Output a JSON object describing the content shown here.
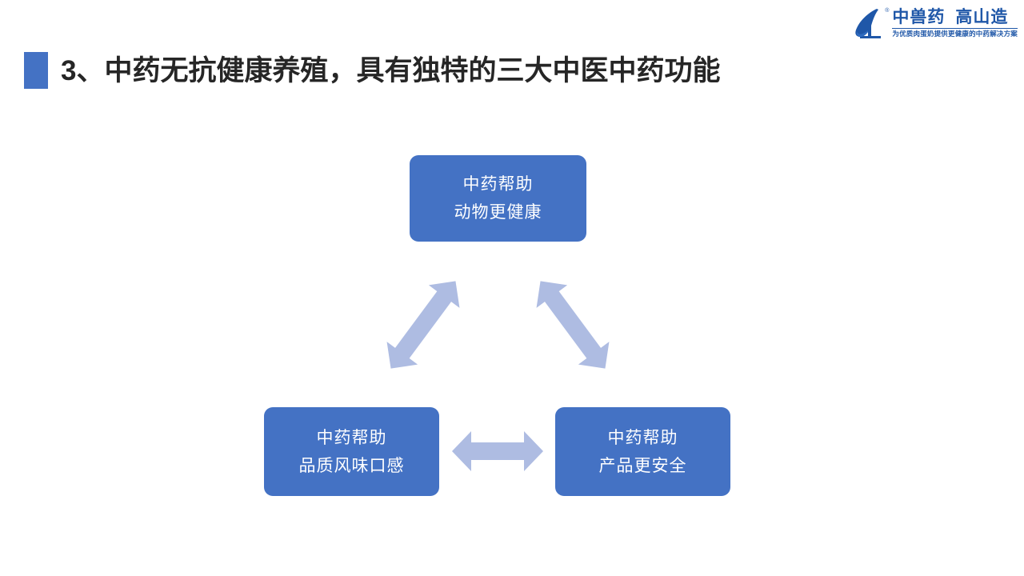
{
  "slide": {
    "background_color": "#FFFFFF",
    "accent_color": "#4472C4",
    "arrow_color": "#AEBCE2",
    "logo_color": "#1F57A8",
    "title_color": "#262626"
  },
  "logo": {
    "mark_icon": "stylized-l-leaf-logo-icon",
    "registered_symbol": "®",
    "brand_left": "中兽药",
    "brand_right": "高山造",
    "tagline": "为优质肉蛋奶提供更健康的中药解决方案"
  },
  "header": {
    "bullet_icon": "square-bullet-icon",
    "title": "3、中药无抗健康养殖，具有独特的三大中医中药功能"
  },
  "diagram": {
    "type": "cycle-triangle",
    "nodes": [
      {
        "id": "top",
        "line1": "中药帮助",
        "line2": "动物更健康"
      },
      {
        "id": "bottom-left",
        "line1": "中药帮助",
        "line2": "品质风味口感"
      },
      {
        "id": "bottom-right",
        "line1": "中药帮助",
        "line2": "产品更安全"
      }
    ],
    "connectors": [
      {
        "id": "left-diagonal",
        "icon": "double-arrow-diagonal-icon",
        "from": "bottom-left",
        "to": "top"
      },
      {
        "id": "right-diagonal",
        "icon": "double-arrow-diagonal-icon",
        "from": "top",
        "to": "bottom-right"
      },
      {
        "id": "bottom-horizontal",
        "icon": "double-arrow-horizontal-icon",
        "from": "bottom-left",
        "to": "bottom-right"
      }
    ]
  }
}
